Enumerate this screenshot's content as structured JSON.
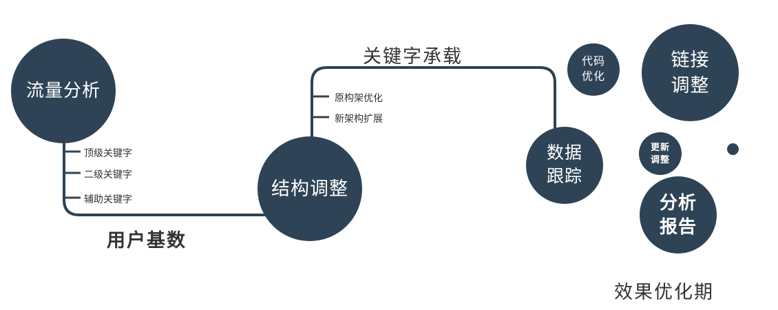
{
  "colors": {
    "primary": "#2e4355",
    "label_text": "#333333",
    "background": "#ffffff"
  },
  "nodes": {
    "traffic_analysis": {
      "label": "流量分析"
    },
    "structure_adjust": {
      "label": "结构调整"
    },
    "data_tracking": {
      "line1": "数据",
      "line2": "跟踪"
    },
    "code_optimization": {
      "line1": "代码",
      "line2": "优化"
    },
    "link_adjustment": {
      "line1": "链接",
      "line2": "调整"
    },
    "update_adjustment": {
      "line1": "更新",
      "line2": "调整"
    },
    "analysis_report": {
      "line1": "分析",
      "line2": "报告"
    }
  },
  "edge_labels": {
    "user_base": "用户基数",
    "keyword_carry": "关键字承载",
    "effect_period": "效果优化期"
  },
  "branches": {
    "traffic": [
      "顶级关键字",
      "二级关键字",
      "辅助关键字"
    ],
    "structure": [
      "原构架优化",
      "新架构扩展"
    ]
  }
}
